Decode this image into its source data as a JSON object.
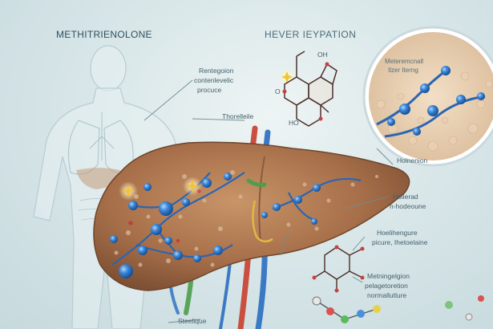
{
  "labels": {
    "title": "METHITRIENOLONE",
    "top_right": "HEVER IEYPATION",
    "ring_label_1": "OH",
    "ring_label_2": "O",
    "ring_label_3": "HO",
    "note1_line1": "Rentegoion",
    "note1_line2": "contenlevelic",
    "note1_line3": "procuce",
    "thorelleile": "Thorelleile",
    "inset_line1": "Meteremcnall",
    "inset_line2": "Ilzer Iterng",
    "holnenion": "Holnenion",
    "right1_line1": "Hollerad",
    "right1_line2": "n-hodeoune",
    "right2_line1": "Hoelihengure",
    "right2_line2": "picure, Ihetoelaine",
    "right3_line1": "Metningelgion",
    "right3_line2": "pelagetoretion",
    "right3_line3": "normallutlure",
    "bottom": "Steelique"
  },
  "colors": {
    "background": "#d9e7e9",
    "liver": "#b07a52",
    "vessel_blue": "#3a79c4",
    "vessel_red": "#c9503f",
    "node_blue": "#2f74c9"
  }
}
